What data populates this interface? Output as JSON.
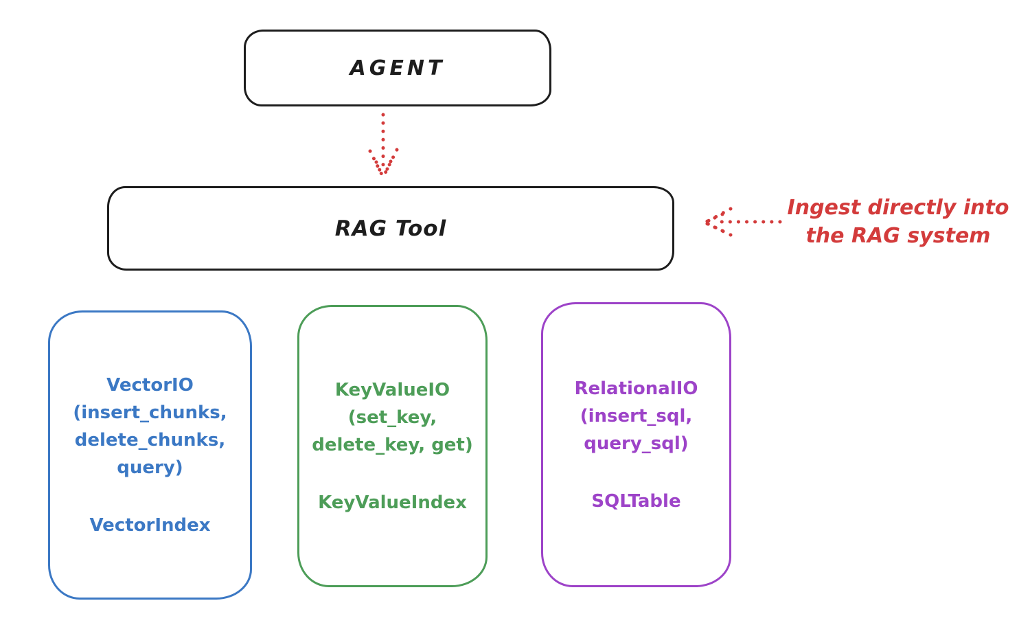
{
  "colors": {
    "ink": "#1d1d1d",
    "red": "#d33b3b",
    "blue": "#3b78c4",
    "green": "#4d9d58",
    "purple": "#9d43c8"
  },
  "agent": {
    "label": "AGENT"
  },
  "rag_tool": {
    "label": "RAG Tool"
  },
  "annotation": {
    "text": "Ingest directly into\nthe RAG system"
  },
  "arrows": [
    {
      "name": "agent-to-rag-arrow",
      "style": "dotted",
      "direction": "down"
    },
    {
      "name": "ingest-into-rag-arrow",
      "style": "dotted",
      "direction": "left"
    }
  ],
  "backends": [
    {
      "name": "vector-io",
      "body": "VectorIO\n(insert_chunks,\ndelete_chunks,\nquery)",
      "index_label": "VectorIndex",
      "color": "#3b78c4"
    },
    {
      "name": "keyvalue-io",
      "body": "KeyValueIO\n(set_key,\ndelete_key, get)",
      "index_label": "KeyValueIndex",
      "color": "#4d9d58"
    },
    {
      "name": "relational-io",
      "body": "RelationalIO\n(insert_sql,\nquery_sql)",
      "index_label": "SQLTable",
      "color": "#9d43c8"
    }
  ]
}
